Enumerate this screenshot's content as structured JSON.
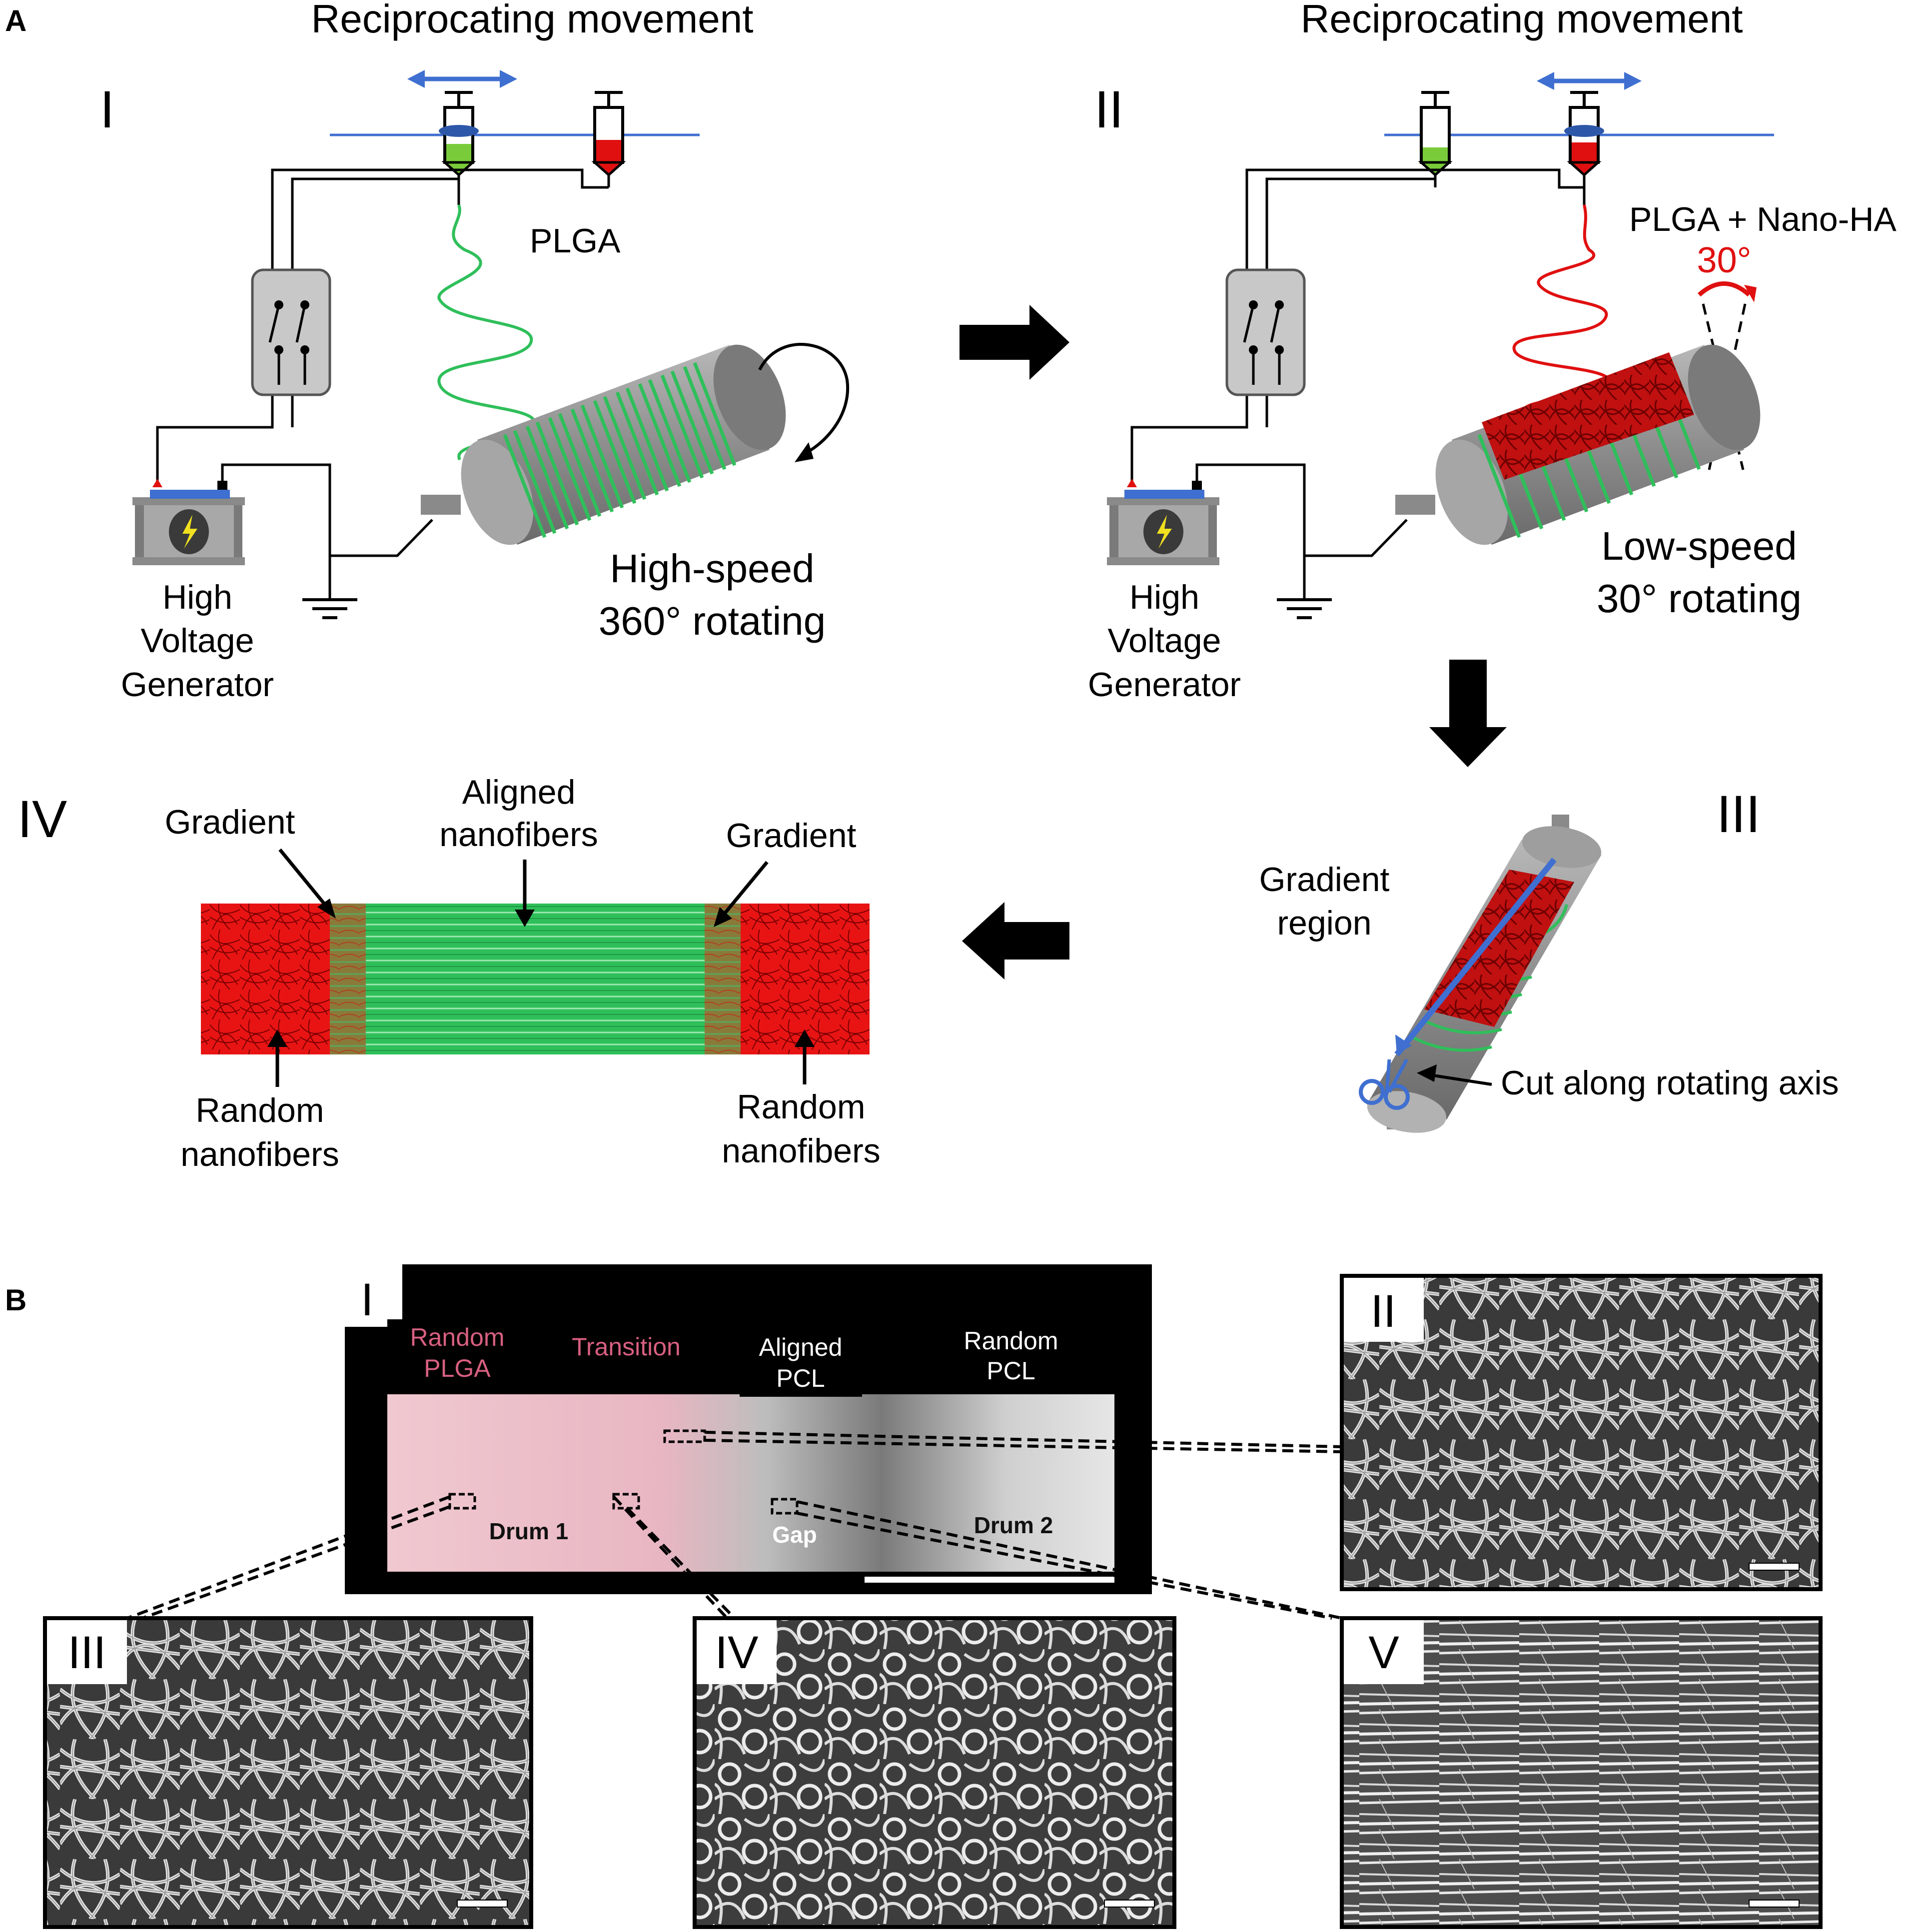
{
  "panel_a": {
    "letter": "A",
    "step_i": {
      "numeral": "I",
      "title": "Reciprocating movement",
      "material": "PLGA",
      "speed_line1": "High-speed",
      "speed_line2": "360° rotating",
      "generator_line1": "High",
      "generator_line2": "Voltage",
      "generator_line3": "Generator"
    },
    "step_ii": {
      "numeral": "II",
      "title": "Reciprocating movement",
      "material": "PLGA + Nano-HA",
      "angle": "30°",
      "speed_line1": "Low-speed",
      "speed_line2": "30° rotating",
      "generator_line1": "High",
      "generator_line2": "Voltage",
      "generator_line3": "Generator"
    },
    "step_iii": {
      "numeral": "III",
      "gradient_line1": "Gradient",
      "gradient_line2": "region",
      "cut_label": "Cut along rotating axis"
    },
    "step_iv": {
      "numeral": "IV",
      "gradient_left": "Gradient",
      "gradient_right": "Gradient",
      "aligned_line1": "Aligned",
      "aligned_line2": "nanofibers",
      "random_left_line1": "Random",
      "random_left_line2": "nanofibers",
      "random_right_line1": "Random",
      "random_right_line2": "nanofibers"
    },
    "colors": {
      "fiber_green": "#2fbf5a",
      "fiber_red": "#e01010",
      "rail_blue": "#3f6fd0",
      "drum_gray": "#8d8d8d"
    }
  },
  "panel_b": {
    "letter": "B",
    "photo": {
      "numeral": "I",
      "zone_random_plga_line1": "Random",
      "zone_random_plga_line2": "PLGA",
      "zone_transition": "Transition",
      "zone_aligned_pcl_line1": "Aligned",
      "zone_aligned_pcl_line2": "PCL",
      "zone_random_pcl_line1": "Random",
      "zone_random_pcl_line2": "PCL",
      "label_drum1": "Drum 1",
      "label_gap": "Gap",
      "label_drum2": "Drum 2"
    },
    "sem_ii": "II",
    "sem_iii": "III",
    "sem_iv": "IV",
    "sem_v": "V"
  }
}
